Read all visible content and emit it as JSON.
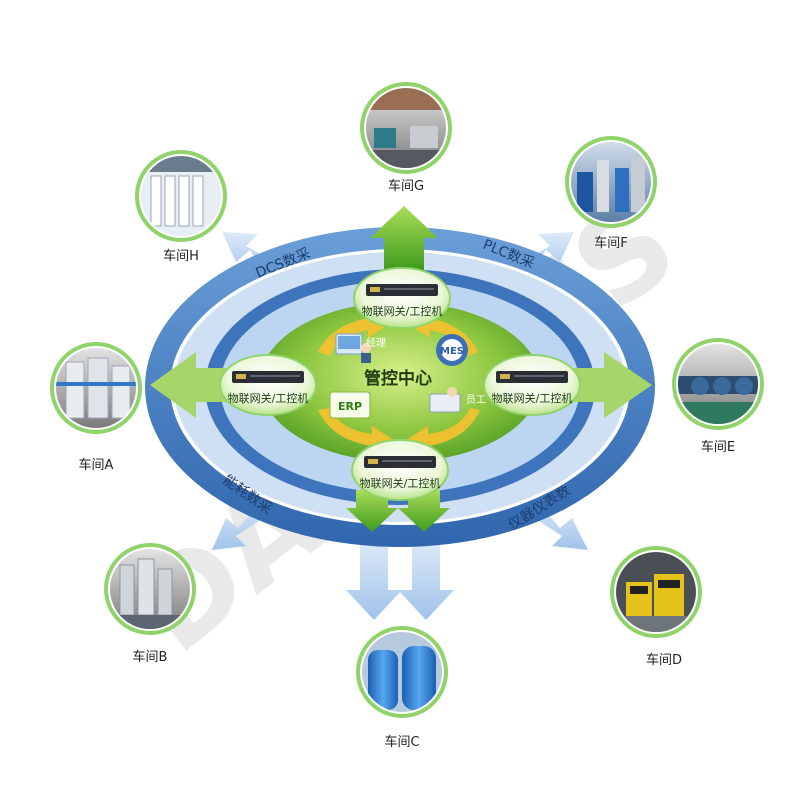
{
  "center": {
    "title": "管控中心",
    "erp": "ERP",
    "mes": "MES",
    "manager": "经理",
    "staff": "员工"
  },
  "gateways": {
    "top": "物联网关/工控机",
    "left": "物联网关/工控机",
    "right": "物联网关/工控机",
    "bottom": "物联网关/工控机"
  },
  "ring_labels": {
    "dcs": "DCS数采",
    "plc": "PLC数采",
    "energy": "能耗数采",
    "instrument": "仪器仪表数"
  },
  "workshops": {
    "a": "车间A",
    "b": "车间B",
    "c": "车间C",
    "d": "车间D",
    "e": "车间E",
    "f": "车间F",
    "g": "车间G",
    "h": "车间H"
  },
  "watermark": "DANNESS",
  "colors": {
    "ring_blue": "#4f86c6",
    "ring_light": "#a9c8ec",
    "center_green": "#5aa82a",
    "center_light": "#b6df6a",
    "arrow_yellow": "#f2c230",
    "node_border": "#8fd36a"
  }
}
